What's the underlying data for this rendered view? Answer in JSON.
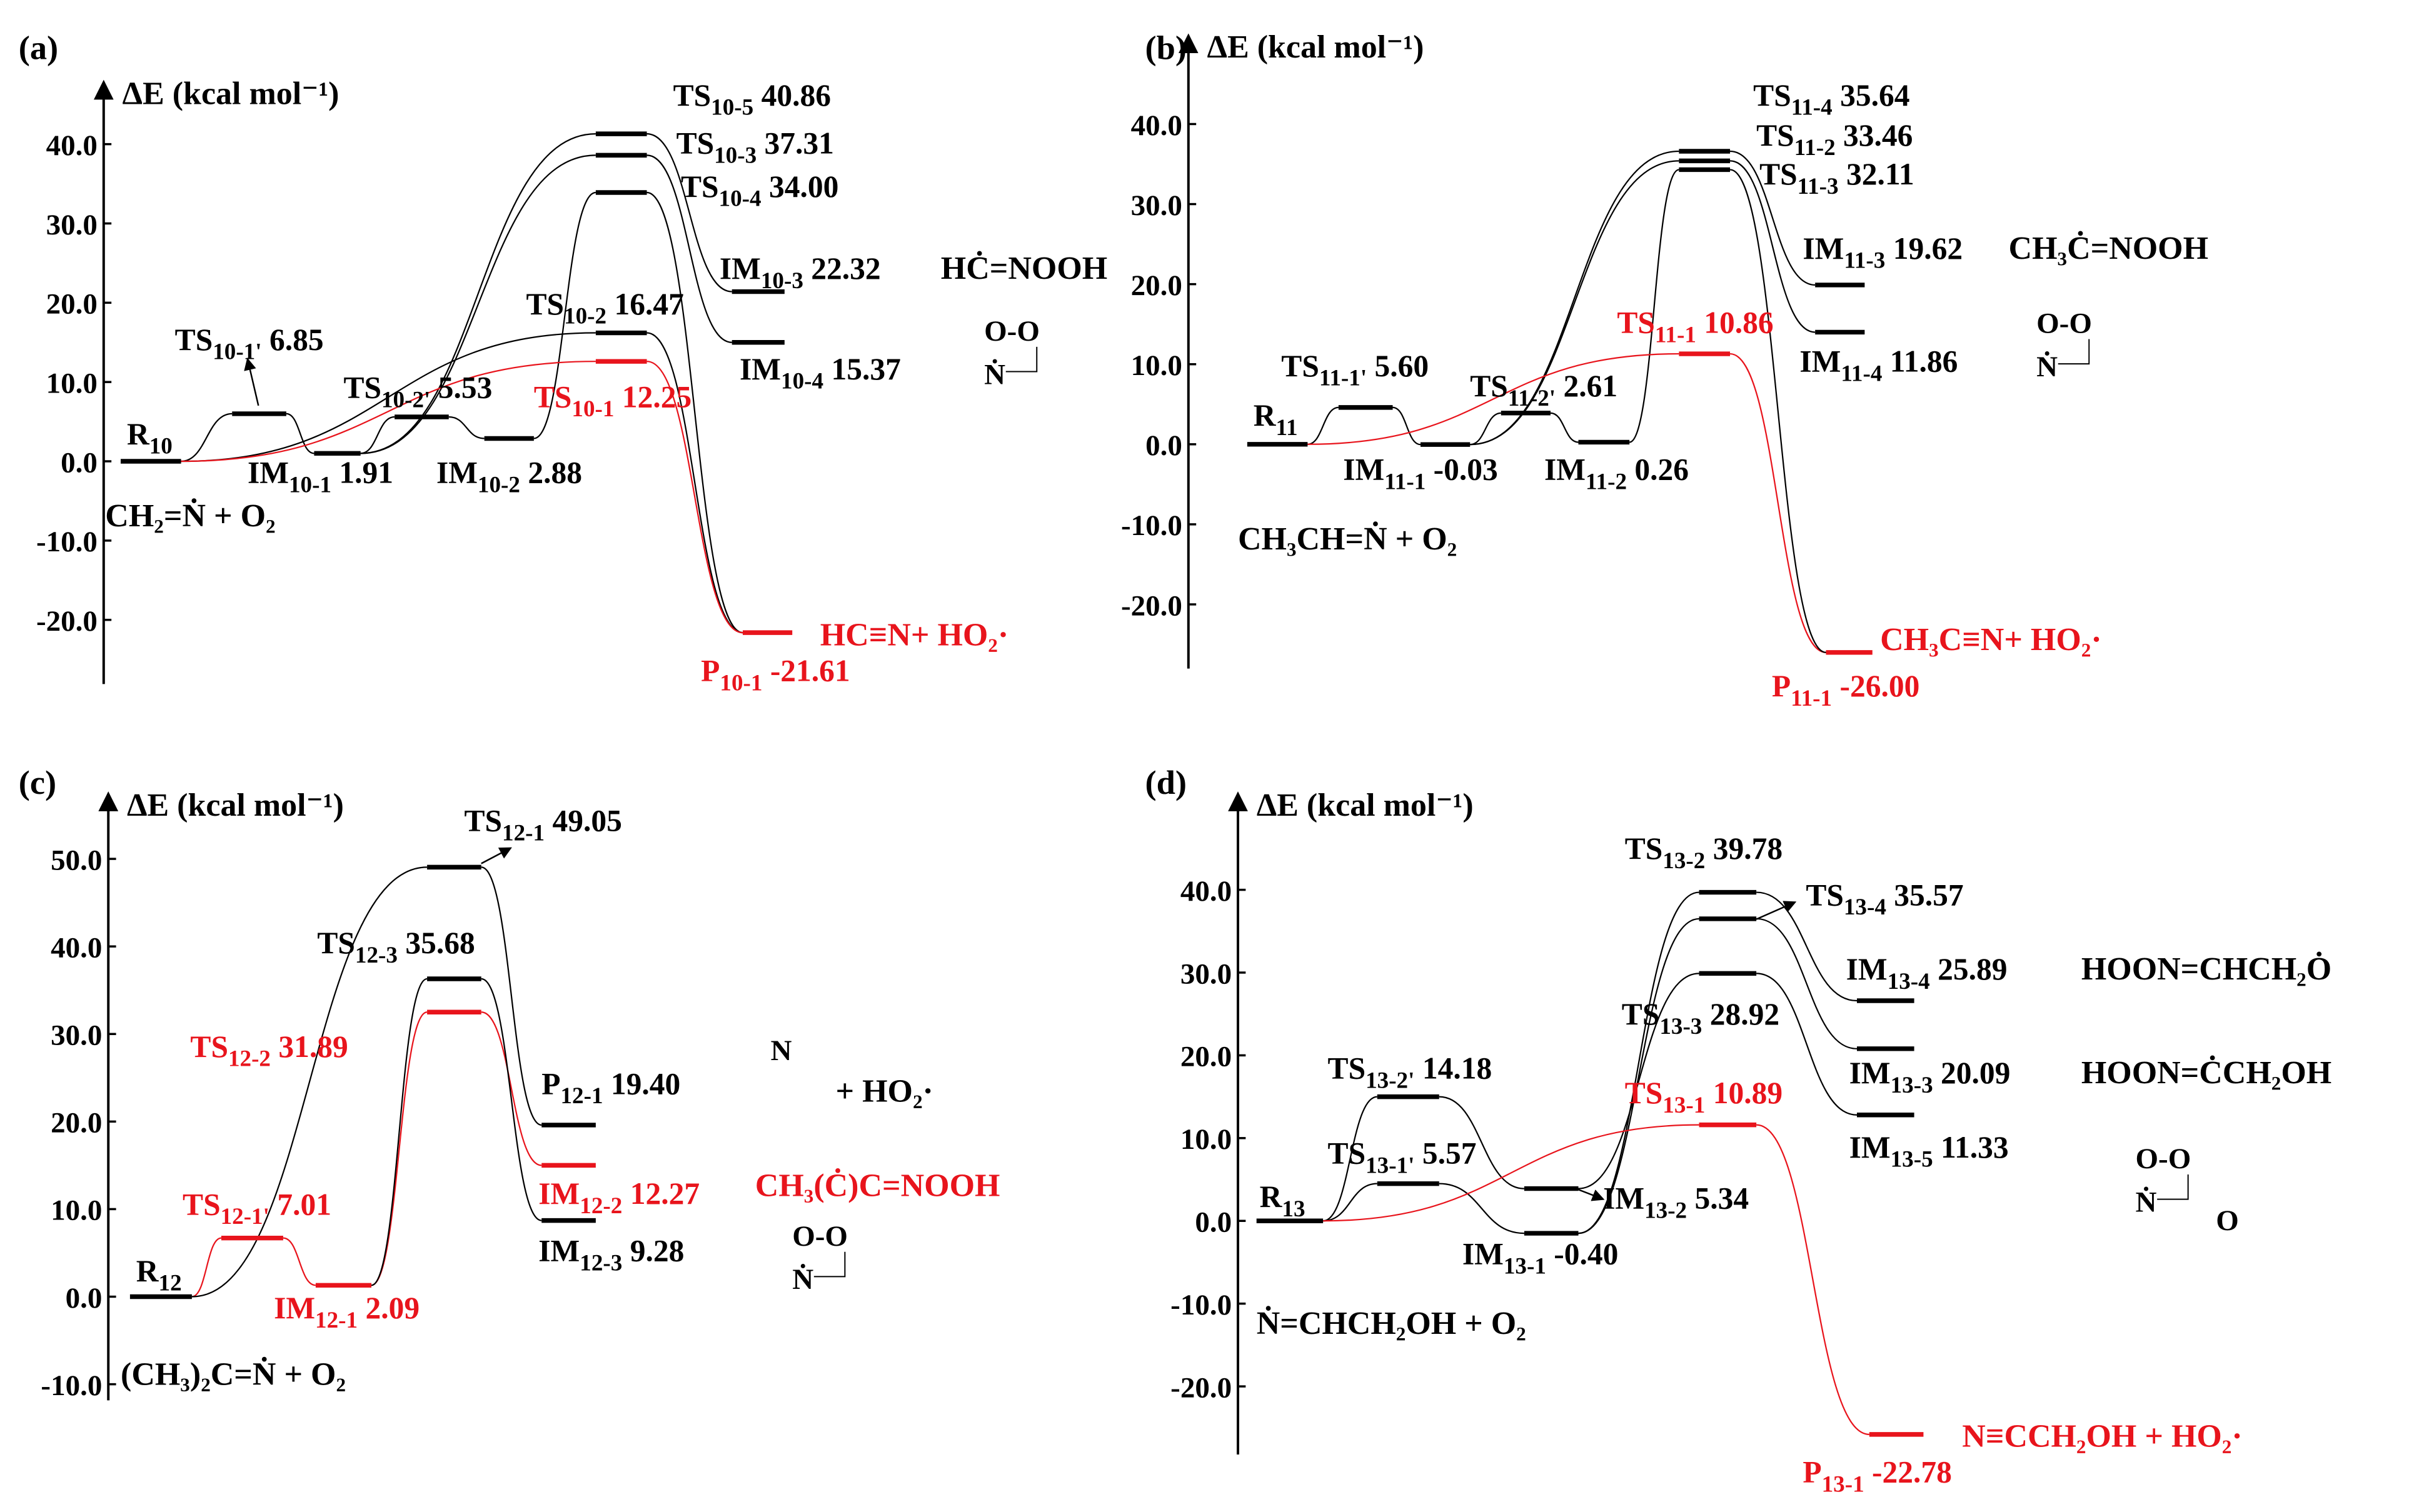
{
  "colors": {
    "main": "#000000",
    "highlight": "#e8141c"
  },
  "panels": [
    {
      "id": "a",
      "letter": "(a)",
      "axis_title": "ΔE (kcal mol⁻¹)",
      "yticks": [
        "40.0",
        "30.0",
        "20.0",
        "10.0",
        "0.0",
        "-10.0",
        "-20.0"
      ],
      "tick_values": [
        40,
        30,
        20,
        10,
        0,
        -10,
        -20
      ],
      "levels": [
        {
          "base": "R",
          "sub": "10",
          "value": "",
          "energy": 0,
          "red": false
        },
        {
          "base": "TS",
          "sub": "10-1'",
          "value": "6.85",
          "energy": 6.0,
          "red": false
        },
        {
          "base": "IM",
          "sub": "10-1",
          "value": "1.91",
          "energy": 1.0,
          "red": false
        },
        {
          "base": "TS",
          "sub": "10-2'",
          "value": "5.53",
          "energy": 5.6,
          "red": false
        },
        {
          "base": "IM",
          "sub": "10-2",
          "value": "2.88",
          "energy": 2.88,
          "red": false
        },
        {
          "base": "TS",
          "sub": "10-2",
          "value": "16.47",
          "energy": 16.2,
          "red": false
        },
        {
          "base": "TS",
          "sub": "10-1",
          "value": "12.25",
          "energy": 12.6,
          "red": true
        },
        {
          "base": "TS",
          "sub": "10-5",
          "value": "40.86",
          "energy": 41.3,
          "red": false
        },
        {
          "base": "TS",
          "sub": "10-3",
          "value": "37.31",
          "energy": 38.6,
          "red": false
        },
        {
          "base": "TS",
          "sub": "10-4",
          "value": "34.00",
          "energy": 33.9,
          "red": false
        },
        {
          "base": "IM",
          "sub": "10-3",
          "value": "22.32",
          "energy": 21.4,
          "red": false
        },
        {
          "base": "IM",
          "sub": "10-4",
          "value": "15.37",
          "energy": 15.0,
          "red": false
        },
        {
          "base": "P",
          "sub": "10-1",
          "value": "-21.61",
          "energy": -21.61,
          "red": true
        }
      ],
      "connections": [
        [
          0,
          1,
          0
        ],
        [
          1,
          2,
          0
        ],
        [
          2,
          3,
          0
        ],
        [
          3,
          4,
          0
        ],
        [
          2,
          7,
          0
        ],
        [
          2,
          8,
          0
        ],
        [
          4,
          9,
          0
        ],
        [
          0,
          5,
          0
        ],
        [
          0,
          6,
          1
        ],
        [
          7,
          10,
          0
        ],
        [
          8,
          11,
          0
        ],
        [
          9,
          12,
          0
        ],
        [
          5,
          12,
          0
        ],
        [
          6,
          12,
          1
        ]
      ],
      "species": [
        {
          "text": "CH₂=Ṅ + O₂",
          "red": false
        },
        {
          "text": "HĊ=NOOH",
          "red": false
        },
        {
          "text": "HC≡N+ HO₂·",
          "red": true
        }
      ],
      "structure": {
        "top": "O-O",
        "bottom": "Ṅ",
        "side": ""
      }
    },
    {
      "id": "b",
      "letter": "(b)",
      "axis_title": "ΔE (kcal mol⁻¹)",
      "yticks": [
        "40.0",
        "30.0",
        "20.0",
        "10.0",
        "0.0",
        "-10.0",
        "-20.0"
      ],
      "tick_values": [
        40,
        30,
        20,
        10,
        0,
        -10,
        -20
      ],
      "levels": [
        {
          "base": "R",
          "sub": "11",
          "value": "",
          "energy": 0,
          "red": false
        },
        {
          "base": "TS",
          "sub": "11-1'",
          "value": "5.60",
          "energy": 4.6,
          "red": false
        },
        {
          "base": "IM",
          "sub": "11-1",
          "value": "-0.03",
          "energy": -0.03,
          "red": false
        },
        {
          "base": "TS",
          "sub": "11-2'",
          "value": "2.61",
          "energy": 3.9,
          "red": false
        },
        {
          "base": "IM",
          "sub": "11-2",
          "value": "0.26",
          "energy": 0.26,
          "red": false
        },
        {
          "base": "TS",
          "sub": "11-1",
          "value": "10.86",
          "energy": 11.3,
          "red": true
        },
        {
          "base": "TS",
          "sub": "11-4",
          "value": "35.64",
          "energy": 36.6,
          "red": false
        },
        {
          "base": "TS",
          "sub": "11-2",
          "value": "33.46",
          "energy": 35.4,
          "red": false
        },
        {
          "base": "TS",
          "sub": "11-3",
          "value": "32.11",
          "energy": 34.3,
          "red": false
        },
        {
          "base": "IM",
          "sub": "11-3",
          "value": "19.62",
          "energy": 19.9,
          "red": false
        },
        {
          "base": "IM",
          "sub": "11-4",
          "value": "11.86",
          "energy": 14.0,
          "red": false
        },
        {
          "base": "P",
          "sub": "11-1",
          "value": "-26.00",
          "energy": -26.0,
          "red": true
        }
      ],
      "connections": [
        [
          0,
          1,
          0
        ],
        [
          1,
          2,
          0
        ],
        [
          2,
          3,
          0
        ],
        [
          3,
          4,
          0
        ],
        [
          2,
          6,
          0
        ],
        [
          2,
          7,
          0
        ],
        [
          4,
          8,
          0
        ],
        [
          0,
          5,
          1
        ],
        [
          5,
          11,
          1
        ],
        [
          6,
          9,
          0
        ],
        [
          7,
          10,
          0
        ],
        [
          8,
          11,
          0
        ]
      ],
      "species": [
        {
          "text": "CH₃CH=Ṅ + O₂",
          "red": false
        },
        {
          "text": "CH₃Ċ=NOOH",
          "red": false
        },
        {
          "text": "CH₃C≡N+ HO₂·",
          "red": true
        }
      ],
      "structure": {
        "top": "O-O",
        "bottom": "Ṅ",
        "side": ""
      }
    },
    {
      "id": "c",
      "letter": "(c)",
      "axis_title": "ΔE (kcal mol⁻¹)",
      "yticks": [
        "50.0",
        "40.0",
        "30.0",
        "20.0",
        "10.0",
        "0.0",
        "-10.0"
      ],
      "tick_values": [
        50,
        40,
        30,
        20,
        10,
        0,
        -10
      ],
      "levels": [
        {
          "base": "R",
          "sub": "12",
          "value": "",
          "energy": 0,
          "red": false
        },
        {
          "base": "TS",
          "sub": "12-1'",
          "value": "7.01",
          "energy": 6.7,
          "red": true
        },
        {
          "base": "IM",
          "sub": "12-1",
          "value": "2.09",
          "energy": 1.3,
          "red": true
        },
        {
          "base": "TS",
          "sub": "12-2",
          "value": "31.89",
          "energy": 32.5,
          "red": true
        },
        {
          "base": "TS",
          "sub": "12-3",
          "value": "35.68",
          "energy": 36.3,
          "red": false
        },
        {
          "base": "TS",
          "sub": "12-1",
          "value": "49.05",
          "energy": 49.05,
          "red": false
        },
        {
          "base": "P",
          "sub": "12-1",
          "value": "19.40",
          "energy": 19.6,
          "red": false
        },
        {
          "base": "IM",
          "sub": "12-2",
          "value": "12.27",
          "energy": 15.0,
          "red": true
        },
        {
          "base": "IM",
          "sub": "12-3",
          "value": "9.28",
          "energy": 8.7,
          "red": false
        }
      ],
      "connections": [
        [
          0,
          1,
          1
        ],
        [
          1,
          2,
          1
        ],
        [
          2,
          3,
          1
        ],
        [
          3,
          7,
          1
        ],
        [
          2,
          4,
          0
        ],
        [
          4,
          8,
          0
        ],
        [
          0,
          5,
          0
        ],
        [
          5,
          6,
          0
        ]
      ],
      "species": [
        {
          "text": "(CH₃)₂C=Ṅ + O₂",
          "red": false
        },
        {
          "text": "CH₃(Ċ)C=NOOH",
          "red": true
        },
        {
          "text": "+  HO₂·",
          "red": false
        }
      ],
      "structure": {
        "top": "O-O",
        "bottom": "Ṅ",
        "side": "N"
      }
    },
    {
      "id": "d",
      "letter": "(d)",
      "axis_title": "ΔE (kcal mol⁻¹)",
      "yticks": [
        "40.0",
        "30.0",
        "20.0",
        "10.0",
        "0.0",
        "-10.0",
        "-20.0"
      ],
      "tick_values": [
        40,
        30,
        20,
        10,
        0,
        -10,
        -20
      ],
      "levels": [
        {
          "base": "R",
          "sub": "13",
          "value": "",
          "energy": 0,
          "red": false
        },
        {
          "base": "TS",
          "sub": "13-1'",
          "value": "5.57",
          "energy": 4.5,
          "red": false
        },
        {
          "base": "TS",
          "sub": "13-2'",
          "value": "14.18",
          "energy": 15.0,
          "red": false
        },
        {
          "base": "IM",
          "sub": "13-1",
          "value": "-0.40",
          "energy": -1.5,
          "red": false
        },
        {
          "base": "IM",
          "sub": "13-2",
          "value": "5.34",
          "energy": 3.9,
          "red": false
        },
        {
          "base": "TS",
          "sub": "13-1",
          "value": "10.89",
          "energy": 11.6,
          "red": true
        },
        {
          "base": "TS",
          "sub": "13-2",
          "value": "39.78",
          "energy": 39.7,
          "red": false
        },
        {
          "base": "TS",
          "sub": "13-4",
          "value": "35.57",
          "energy": 36.5,
          "red": false
        },
        {
          "base": "TS",
          "sub": "13-3",
          "value": "28.92",
          "energy": 29.9,
          "red": false
        },
        {
          "base": "IM",
          "sub": "13-4",
          "value": "25.89",
          "energy": 26.6,
          "red": false
        },
        {
          "base": "IM",
          "sub": "13-3",
          "value": "20.09",
          "energy": 20.8,
          "red": false
        },
        {
          "base": "IM",
          "sub": "13-5",
          "value": "11.33",
          "energy": 12.8,
          "red": false
        },
        {
          "base": "P",
          "sub": "13-1",
          "value": "-22.78",
          "energy": -25.8,
          "red": true
        }
      ],
      "connections": [
        [
          0,
          1,
          0
        ],
        [
          0,
          2,
          0
        ],
        [
          1,
          3,
          0
        ],
        [
          2,
          4,
          0
        ],
        [
          3,
          6,
          0
        ],
        [
          3,
          7,
          0
        ],
        [
          4,
          8,
          0
        ],
        [
          0,
          5,
          1
        ],
        [
          5,
          12,
          1
        ],
        [
          6,
          9,
          0
        ],
        [
          7,
          10,
          0
        ],
        [
          8,
          11,
          0
        ]
      ],
      "species": [
        {
          "text": "Ṅ=CHCH₂OH + O₂",
          "red": false
        },
        {
          "text": "HOON=CHCH₂Ȯ",
          "red": false
        },
        {
          "text": "HOON=ĊCH₂OH",
          "red": false
        },
        {
          "text": "N≡CCH₂OH + HO₂·",
          "red": true
        }
      ],
      "structure": {
        "top": "O-O",
        "bottom": "Ṅ",
        "side": "O"
      }
    }
  ]
}
